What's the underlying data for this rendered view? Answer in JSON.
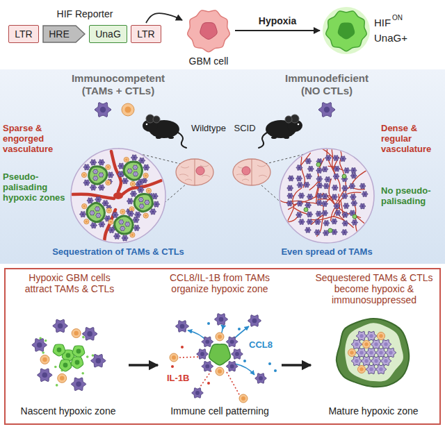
{
  "diagram": {
    "nodes": [
      {
        "text": [
          "LTR"
        ]
      },
      {
        "text": [
          "HRE"
        ]
      },
      {
        "text": [
          "UnaG"
        ]
      },
      {
        "text": [
          "LTR"
        ]
      },
      {
        "text": [
          "GBM cell"
        ]
      },
      {
        "text": [
          "HIF",
          "ON",
          "UnaG+"
        ]
      },
      {
        "text": [
          "Immunocompetent",
          "(TAMs + CTLs)",
          "Immunodeficient",
          "(NO CTLs)",
          "Wildtype",
          "SCID",
          "Sparse & engorged vasculature",
          "Pseudo- palisading hypoxic zones",
          "Sequestration of TAMs & CTLs",
          "Dense & regular vasculature",
          "No pseudo- palisading",
          "Even spread of TAMs"
        ]
      },
      {
        "text": [
          "Hypoxic GBM cells attract TAMs & CTLs",
          "CCL8/IL-1B from TAMs organize hypoxic zone",
          "Sequestered TAMs & CTLs become hypoxic & immunosuppressed"
        ]
      },
      {
        "text": [
          "Nascent hypoxic zone"
        ],
        "in": 7
      },
      {
        "text": [
          "CCL8",
          "IL-1B",
          "Immune cell patterning"
        ],
        "in": 7
      },
      {
        "text": [
          "Mature hypoxic zone"
        ],
        "in": 7
      }
    ],
    "edges": [
      {
        "from": 3,
        "to": 4,
        "arrow": "to"
      },
      {
        "from": 4,
        "to": 5,
        "label": "Hypoxia",
        "arrow": "to"
      },
      {
        "from": 8,
        "to": 9,
        "arrow": "to"
      },
      {
        "from": 9,
        "to": 10,
        "arrow": "to"
      }
    ],
    "labels": [
      "HIF Reporter"
    ]
  }
}
